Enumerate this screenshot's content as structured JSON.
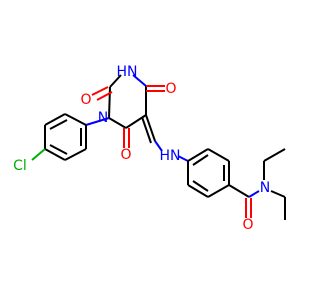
{
  "atoms": {
    "o_top": {
      "label": "O",
      "color": "#ff0000"
    },
    "nh_top": {
      "label": "HN",
      "color": "#0000ff"
    },
    "o_right_top": {
      "label": "O",
      "color": "#ff0000"
    },
    "n_ring": {
      "label": "N",
      "color": "#0000ff"
    },
    "o_bottom": {
      "label": "O",
      "color": "#ff0000"
    },
    "cl": {
      "label": "Cl",
      "color": "#00b000"
    },
    "nh_link": {
      "label": "HN",
      "color": "#0000ff"
    },
    "n_amide": {
      "label": "N",
      "color": "#0000ff"
    },
    "o_amide": {
      "label": "O",
      "color": "#ff0000"
    }
  }
}
